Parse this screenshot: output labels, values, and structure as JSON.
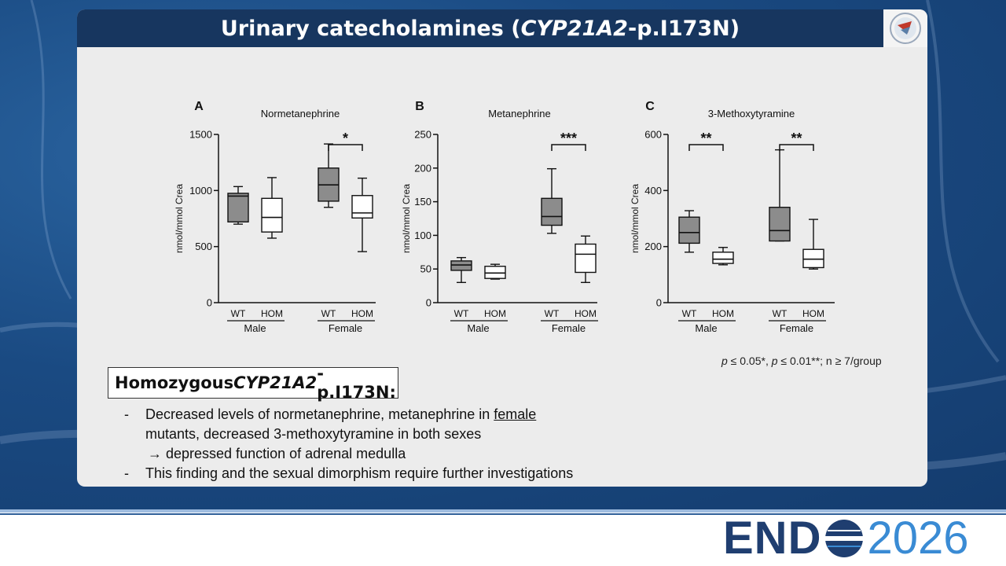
{
  "slide": {
    "title_main": "Urinary catecholamines (",
    "title_gene": "CYP21A2",
    "title_rest": "-p.I173N)"
  },
  "footnote": {
    "p1": "p",
    "t1": " ≤ 0.05*, ",
    "p2": "p",
    "t2": " ≤ 0.01**; n ≥ 7/group"
  },
  "summary": {
    "heading_pre": "Homozygous ",
    "heading_gene": "CYP21A2",
    "heading_post": "-p.I173N:",
    "bullet1_pre": "Decreased levels of normetanephrine, metanephrine in ",
    "bullet1_u": "female",
    "bullet1_line2": "mutants, decreased 3-methoxytyramine in both sexes",
    "bullet1_line3": "→ depressed function of adrenal medulla",
    "bullet2": "This finding and the sexual dimorphism require further investigations",
    "dash": "-"
  },
  "footer": {
    "brand_pre": "END",
    "brand_year": "2026"
  },
  "colors": {
    "wt_fill": "#8c8c8c",
    "hom_fill": "#ffffff",
    "title_bg": "#17365f"
  },
  "chart_data": [
    {
      "type": "boxplot",
      "panel_label": "A",
      "title": "Normetanephrine",
      "ylabel": "nmol/mmol Crea",
      "ylim": [
        0,
        1500
      ],
      "yticks": [
        0,
        500,
        1000,
        1500
      ],
      "groups": [
        "Male",
        "Female"
      ],
      "categories": [
        "WT",
        "HOM"
      ],
      "boxes": [
        {
          "group": "Male",
          "genotype": "WT",
          "min": 700,
          "q1": 720,
          "median": 950,
          "q3": 975,
          "max": 1035
        },
        {
          "group": "Male",
          "genotype": "HOM",
          "min": 575,
          "q1": 630,
          "median": 760,
          "q3": 930,
          "max": 1115
        },
        {
          "group": "Female",
          "genotype": "WT",
          "min": 850,
          "q1": 905,
          "median": 1050,
          "q3": 1200,
          "max": 1415
        },
        {
          "group": "Female",
          "genotype": "HOM",
          "min": 455,
          "q1": 755,
          "median": 800,
          "q3": 955,
          "max": 1110
        }
      ],
      "significance": [
        {
          "group": "Female",
          "label": "*"
        }
      ]
    },
    {
      "type": "boxplot",
      "panel_label": "B",
      "title": "Metanephrine",
      "ylabel": "nmol/mmol Crea",
      "ylim": [
        0,
        250
      ],
      "yticks": [
        0,
        50,
        100,
        150,
        200,
        250
      ],
      "groups": [
        "Male",
        "Female"
      ],
      "categories": [
        "WT",
        "HOM"
      ],
      "boxes": [
        {
          "group": "Male",
          "genotype": "WT",
          "min": 30,
          "q1": 48,
          "median": 56,
          "q3": 62,
          "max": 67
        },
        {
          "group": "Male",
          "genotype": "HOM",
          "min": 35,
          "q1": 36,
          "median": 44,
          "q3": 54,
          "max": 57
        },
        {
          "group": "Female",
          "genotype": "WT",
          "min": 103,
          "q1": 115,
          "median": 128,
          "q3": 155,
          "max": 199
        },
        {
          "group": "Female",
          "genotype": "HOM",
          "min": 30,
          "q1": 45,
          "median": 72,
          "q3": 87,
          "max": 99
        }
      ],
      "significance": [
        {
          "group": "Female",
          "label": "***"
        }
      ]
    },
    {
      "type": "boxplot",
      "panel_label": "C",
      "title": "3-Methoxytyramine",
      "ylabel": "nmol/mmol Crea",
      "ylim": [
        0,
        600
      ],
      "yticks": [
        0,
        200,
        400,
        600
      ],
      "groups": [
        "Male",
        "Female"
      ],
      "categories": [
        "WT",
        "HOM"
      ],
      "boxes": [
        {
          "group": "Male",
          "genotype": "WT",
          "min": 180,
          "q1": 212,
          "median": 250,
          "q3": 305,
          "max": 328
        },
        {
          "group": "Male",
          "genotype": "HOM",
          "min": 135,
          "q1": 140,
          "median": 155,
          "q3": 180,
          "max": 197
        },
        {
          "group": "Female",
          "genotype": "WT",
          "min": 220,
          "q1": 220,
          "median": 257,
          "q3": 340,
          "max": 545
        },
        {
          "group": "Female",
          "genotype": "HOM",
          "min": 120,
          "q1": 125,
          "median": 155,
          "q3": 190,
          "max": 297
        }
      ],
      "significance": [
        {
          "group": "Male",
          "label": "**"
        },
        {
          "group": "Female",
          "label": "**"
        }
      ]
    }
  ]
}
